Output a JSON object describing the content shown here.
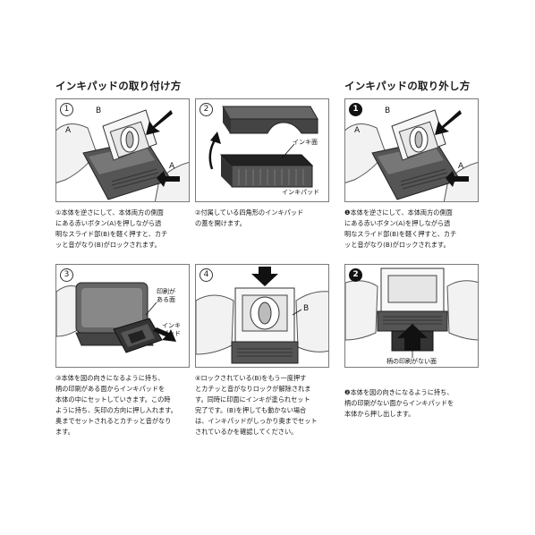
{
  "headings": {
    "attach": "インキパッドの取り付け方",
    "remove": "インキパッドの取り外し方"
  },
  "panels": {
    "p1": {
      "step": "1",
      "labels": [
        "B",
        "A",
        "A"
      ]
    },
    "p2": {
      "step": "2",
      "labels": [
        "インキ面",
        "インキパッド"
      ]
    },
    "p3": {
      "step": "3",
      "labels": [
        "印刷が",
        "ある面",
        "インキ",
        "パッド"
      ]
    },
    "p4": {
      "step": "4",
      "labels": [
        "B"
      ]
    },
    "p5": {
      "step": "1",
      "labels": [
        "B",
        "A",
        "A"
      ]
    },
    "p6": {
      "step": "2",
      "labels": [
        "柄の印刷がない面"
      ]
    }
  },
  "captions": {
    "c1": [
      "①本体を逆さにして、本体両方の側面",
      "にある赤いボタン(A)を押しながら透",
      "明なスライド部(B)を軽く押すと、カチ",
      "ッと音がなり(B)がロックされます。"
    ],
    "c2": [
      "②付属している四角形のインキパッド",
      "の蓋を開けます。"
    ],
    "c3": [
      "③本体を図の向きになるように持ち、",
      "柄の印刷がある面からインキパッドを",
      "本体の中にセットしていきます。この時",
      "ように持ち、矢印の方向に押し入れます。",
      "奥までセットされるとカチッと音がなり",
      "ます。"
    ],
    "c4": [
      "④ロックされている(B)をもう一度押す",
      "とカチッと音がなりロックが解除されま",
      "す。同時に印面にインキが塗られセット",
      "完了です。(B)を押しても動かない場合",
      "は、インキパッドがしっかり奥までセット",
      "されているかを確認してください。"
    ],
    "c5": [
      "❶本体を逆さにして、本体両方の側面",
      "にある赤いボタン(A)を押しながら透",
      "明なスライド部(B)を軽く押すと、カチ",
      "ッと音がなり(B)がロックされます。"
    ],
    "c6": [
      "❷本体を図の向きになるように持ち、",
      "柄の印刷がない面からインキパッドを",
      "本体から押し出します。"
    ]
  }
}
